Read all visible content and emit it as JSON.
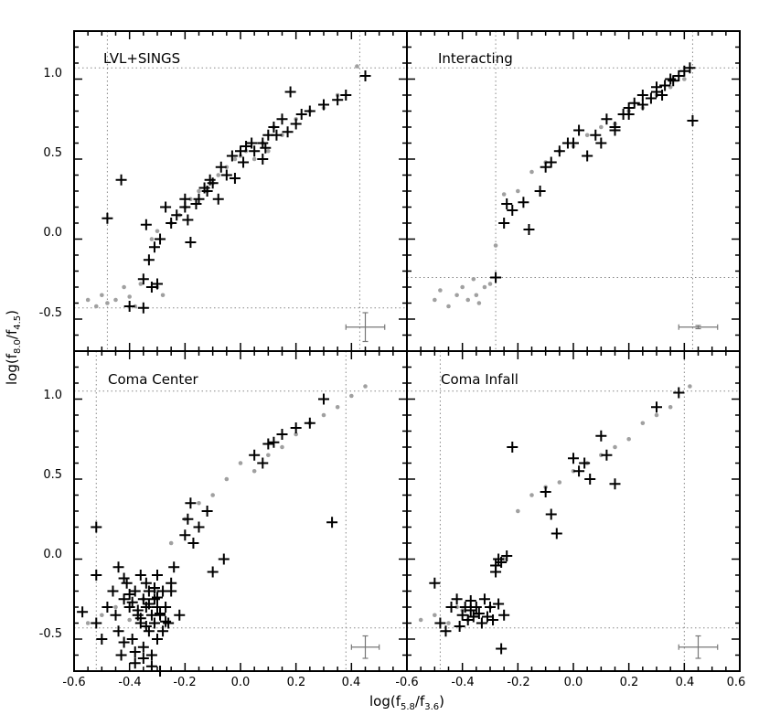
{
  "chart_data": [
    {
      "type": "scatter",
      "title": "LVL+SINGS",
      "xlim": [
        -0.6,
        0.6
      ],
      "ylim": [
        -0.7,
        1.3
      ],
      "grid": false,
      "ref_lines": {
        "x": [
          -0.48,
          0.43
        ],
        "y": [
          -0.43,
          1.07
        ]
      },
      "error_bar": {
        "x": 0.45,
        "y": -0.55,
        "xerr": 0.07,
        "yerr": 0.09
      },
      "series": [
        {
          "marker": "dot",
          "color": "#a0a0a0",
          "x": [
            -0.55,
            -0.52,
            -0.5,
            -0.48,
            -0.45,
            -0.42,
            -0.4,
            -0.38,
            -0.36,
            -0.3,
            -0.28,
            -0.32,
            -0.3,
            -0.25,
            -0.22,
            -0.2,
            -0.18,
            -0.15,
            -0.12,
            -0.1,
            -0.08,
            -0.05,
            -0.02,
            0.0,
            0.02,
            0.05,
            0.08,
            0.1,
            0.12,
            0.15,
            0.2,
            0.25,
            0.3,
            0.35,
            0.42
          ],
          "y": [
            -0.38,
            -0.42,
            -0.35,
            -0.4,
            -0.38,
            -0.3,
            -0.36,
            -0.42,
            -0.28,
            -0.3,
            -0.35,
            0.0,
            0.05,
            0.1,
            0.15,
            0.2,
            0.25,
            0.3,
            0.3,
            0.35,
            0.4,
            0.45,
            0.5,
            0.52,
            0.55,
            0.5,
            0.6,
            0.55,
            0.7,
            0.65,
            0.75,
            0.8,
            0.82,
            0.9,
            1.08
          ]
        },
        {
          "marker": "plus",
          "color": "#000000",
          "x": [
            -0.48,
            -0.43,
            -0.4,
            -0.35,
            -0.35,
            -0.34,
            -0.33,
            -0.32,
            -0.31,
            -0.3,
            -0.29,
            -0.27,
            -0.25,
            -0.23,
            -0.2,
            -0.2,
            -0.18,
            -0.15,
            -0.12,
            -0.1,
            -0.08,
            -0.05,
            -0.02,
            0.0,
            0.02,
            0.05,
            0.08,
            0.08,
            0.1,
            0.12,
            0.15,
            0.18,
            0.2,
            0.22,
            0.25,
            0.3,
            0.35,
            0.38,
            0.45,
            -0.19,
            -0.16,
            -0.13,
            -0.11,
            -0.07,
            -0.03,
            0.01,
            0.04,
            0.09,
            0.13,
            0.17
          ],
          "y": [
            0.13,
            0.37,
            -0.42,
            -0.25,
            -0.43,
            0.09,
            -0.13,
            -0.3,
            -0.05,
            -0.28,
            0.0,
            0.2,
            0.1,
            0.15,
            0.2,
            0.25,
            -0.02,
            0.25,
            0.3,
            0.35,
            0.25,
            0.4,
            0.38,
            0.55,
            0.58,
            0.55,
            0.5,
            0.6,
            0.65,
            0.7,
            0.75,
            0.92,
            0.72,
            0.78,
            0.8,
            0.84,
            0.87,
            0.9,
            1.02,
            0.12,
            0.22,
            0.32,
            0.37,
            0.45,
            0.52,
            0.48,
            0.6,
            0.57,
            0.65,
            0.67
          ]
        }
      ]
    },
    {
      "type": "scatter",
      "title": "Interacting",
      "xlim": [
        -0.6,
        0.6
      ],
      "ylim": [
        -0.7,
        1.3
      ],
      "grid": false,
      "ref_lines": {
        "x": [
          -0.28,
          0.43
        ],
        "y": [
          -0.24,
          1.07
        ]
      },
      "error_bar": {
        "x": 0.45,
        "y": -0.55,
        "xerr": 0.07,
        "yerr": 0.01
      },
      "series": [
        {
          "marker": "dot",
          "color": "#a0a0a0",
          "x": [
            -0.5,
            -0.48,
            -0.45,
            -0.42,
            -0.4,
            -0.38,
            -0.36,
            -0.35,
            -0.34,
            -0.32,
            -0.3,
            -0.28,
            -0.25,
            -0.2,
            -0.15,
            -0.1,
            -0.05,
            0.0,
            0.05,
            0.1,
            0.15,
            0.2,
            0.25,
            0.3,
            0.35,
            0.4
          ],
          "y": [
            -0.38,
            -0.32,
            -0.42,
            -0.35,
            -0.3,
            -0.38,
            -0.25,
            -0.35,
            -0.4,
            -0.3,
            -0.28,
            -0.04,
            0.28,
            0.3,
            0.42,
            0.48,
            0.55,
            0.58,
            0.65,
            0.7,
            0.72,
            0.8,
            0.82,
            0.9,
            0.95,
            1.0
          ]
        },
        {
          "marker": "plus",
          "color": "#000000",
          "x": [
            -0.28,
            -0.25,
            -0.24,
            -0.22,
            -0.18,
            -0.16,
            -0.12,
            -0.1,
            -0.08,
            -0.05,
            -0.02,
            0.0,
            0.02,
            0.05,
            0.08,
            0.1,
            0.12,
            0.15,
            0.18,
            0.2,
            0.22,
            0.25,
            0.28,
            0.3,
            0.32,
            0.35,
            0.38,
            0.4,
            0.42,
            0.43,
            0.15,
            0.2,
            0.25,
            0.3,
            0.33,
            0.36
          ],
          "y": [
            -0.24,
            0.1,
            0.22,
            0.18,
            0.23,
            0.06,
            0.3,
            0.45,
            0.48,
            0.55,
            0.6,
            0.6,
            0.68,
            0.52,
            0.65,
            0.6,
            0.75,
            0.7,
            0.78,
            0.82,
            0.85,
            0.9,
            0.88,
            0.95,
            0.9,
            1.0,
            1.02,
            1.05,
            1.07,
            0.74,
            0.68,
            0.78,
            0.84,
            0.92,
            0.96,
            0.99
          ]
        }
      ]
    },
    {
      "type": "scatter",
      "title": "Coma Center",
      "xlim": [
        -0.6,
        0.6
      ],
      "ylim": [
        -0.7,
        1.3
      ],
      "grid": false,
      "ref_lines": {
        "x": [
          -0.52,
          0.38
        ],
        "y": [
          -0.43,
          1.05
        ]
      },
      "error_bar": {
        "x": 0.45,
        "y": -0.55,
        "xerr": 0.05,
        "yerr": 0.07
      },
      "series": [
        {
          "marker": "dot",
          "color": "#a0a0a0",
          "x": [
            -0.55,
            -0.5,
            -0.45,
            -0.4,
            -0.35,
            -0.3,
            -0.25,
            -0.2,
            -0.15,
            -0.1,
            -0.05,
            0.0,
            0.05,
            0.1,
            0.15,
            0.2,
            0.25,
            0.3,
            0.35,
            0.4,
            0.45
          ],
          "y": [
            -0.4,
            -0.35,
            -0.3,
            -0.38,
            -0.25,
            -0.2,
            0.1,
            0.25,
            0.35,
            0.4,
            0.5,
            0.6,
            0.55,
            0.65,
            0.7,
            0.78,
            0.85,
            0.9,
            0.95,
            1.02,
            1.08
          ]
        },
        {
          "marker": "plus",
          "color": "#000000",
          "x": [
            -0.57,
            -0.52,
            -0.52,
            -0.52,
            -0.5,
            -0.48,
            -0.46,
            -0.45,
            -0.44,
            -0.43,
            -0.42,
            -0.41,
            -0.4,
            -0.39,
            -0.38,
            -0.38,
            -0.37,
            -0.36,
            -0.36,
            -0.35,
            -0.35,
            -0.34,
            -0.34,
            -0.33,
            -0.33,
            -0.32,
            -0.32,
            -0.31,
            -0.31,
            -0.3,
            -0.3,
            -0.3,
            -0.29,
            -0.28,
            -0.28,
            -0.27,
            -0.26,
            -0.25,
            -0.25,
            -0.24,
            -0.22,
            -0.2,
            -0.19,
            -0.18,
            -0.17,
            -0.15,
            -0.12,
            -0.1,
            -0.06,
            0.05,
            0.08,
            0.1,
            0.12,
            0.15,
            0.2,
            0.25,
            0.3,
            0.33,
            -0.44,
            -0.42,
            -0.4,
            -0.39,
            -0.37,
            -0.36,
            -0.34,
            -0.33,
            -0.31,
            -0.3,
            -0.29,
            -0.27,
            -0.42,
            -0.38,
            -0.35,
            -0.32,
            -0.29
          ],
          "y": [
            -0.33,
            0.2,
            -0.1,
            -0.4,
            -0.5,
            -0.3,
            -0.2,
            -0.35,
            -0.45,
            -0.6,
            -0.25,
            -0.15,
            -0.3,
            -0.5,
            -0.2,
            -0.65,
            -0.35,
            -0.1,
            -0.4,
            -0.25,
            -0.55,
            -0.3,
            -0.15,
            -0.45,
            -0.2,
            -0.35,
            -0.6,
            -0.25,
            -0.4,
            -0.1,
            -0.3,
            -0.5,
            -0.35,
            -0.2,
            -0.45,
            -0.3,
            -0.4,
            -0.2,
            -0.15,
            -0.05,
            -0.35,
            0.15,
            0.25,
            0.35,
            0.1,
            0.2,
            0.3,
            -0.08,
            0.0,
            0.65,
            0.6,
            0.72,
            0.73,
            0.78,
            0.82,
            0.85,
            1.0,
            0.23,
            -0.05,
            -0.12,
            -0.22,
            -0.27,
            -0.32,
            -0.37,
            -0.42,
            -0.28,
            -0.18,
            -0.24,
            -0.34,
            -0.39,
            -0.52,
            -0.58,
            -0.62,
            -0.67,
            -0.7
          ]
        }
      ]
    },
    {
      "type": "scatter",
      "title": "Coma Infall",
      "xlim": [
        -0.6,
        0.6
      ],
      "ylim": [
        -0.7,
        1.3
      ],
      "grid": false,
      "ref_lines": {
        "x": [
          -0.48,
          0.4
        ],
        "y": [
          -0.43,
          1.05
        ]
      },
      "error_bar": {
        "x": 0.45,
        "y": -0.55,
        "xerr": 0.07,
        "yerr": 0.07
      },
      "series": [
        {
          "marker": "dot",
          "color": "#a0a0a0",
          "x": [
            -0.55,
            -0.5,
            -0.45,
            -0.42,
            -0.4,
            -0.38,
            -0.35,
            -0.3,
            -0.25,
            -0.2,
            -0.15,
            -0.1,
            -0.05,
            0.0,
            0.05,
            0.1,
            0.15,
            0.2,
            0.25,
            0.3,
            0.35,
            0.42
          ],
          "y": [
            -0.38,
            -0.35,
            -0.4,
            -0.3,
            -0.32,
            -0.38,
            -0.35,
            -0.3,
            0.0,
            0.3,
            0.4,
            0.45,
            0.48,
            0.55,
            0.6,
            0.65,
            0.7,
            0.75,
            0.85,
            0.9,
            0.95,
            1.08
          ]
        },
        {
          "marker": "plus",
          "color": "#000000",
          "x": [
            -0.5,
            -0.48,
            -0.46,
            -0.44,
            -0.42,
            -0.4,
            -0.39,
            -0.38,
            -0.37,
            -0.36,
            -0.35,
            -0.34,
            -0.33,
            -0.32,
            -0.31,
            -0.3,
            -0.29,
            -0.28,
            -0.27,
            -0.26,
            -0.25,
            -0.22,
            -0.1,
            -0.08,
            -0.06,
            0.0,
            0.02,
            0.04,
            0.06,
            0.1,
            0.12,
            0.15,
            0.3,
            0.38,
            -0.28,
            -0.26,
            -0.24,
            -0.27,
            -0.41,
            -0.37
          ],
          "y": [
            -0.15,
            -0.4,
            -0.45,
            -0.3,
            -0.25,
            -0.35,
            -0.3,
            -0.38,
            -0.32,
            -0.36,
            -0.3,
            -0.34,
            -0.4,
            -0.25,
            -0.36,
            -0.3,
            -0.38,
            -0.04,
            0.0,
            -0.56,
            -0.35,
            0.7,
            0.42,
            0.28,
            0.16,
            0.63,
            0.55,
            0.6,
            0.5,
            0.77,
            0.65,
            0.47,
            0.95,
            1.04,
            -0.08,
            -0.02,
            0.02,
            -0.28,
            -0.42,
            -0.26
          ]
        }
      ]
    }
  ],
  "figure": {
    "xlabel": "log(f5.8/f3.6)",
    "ylabel": "log(f8.0/f4.5)",
    "xticks_left": [
      "-0.6",
      "-0.4",
      "-0.2",
      "0.0",
      "0.2",
      "0.4"
    ],
    "xticks_right": [
      "-0.6",
      "-0.4",
      "-0.2",
      "0.0",
      "0.2",
      "0.4",
      "0.6"
    ],
    "yticks": [
      "-0.5",
      "0.0",
      "0.5",
      "1.0"
    ]
  }
}
